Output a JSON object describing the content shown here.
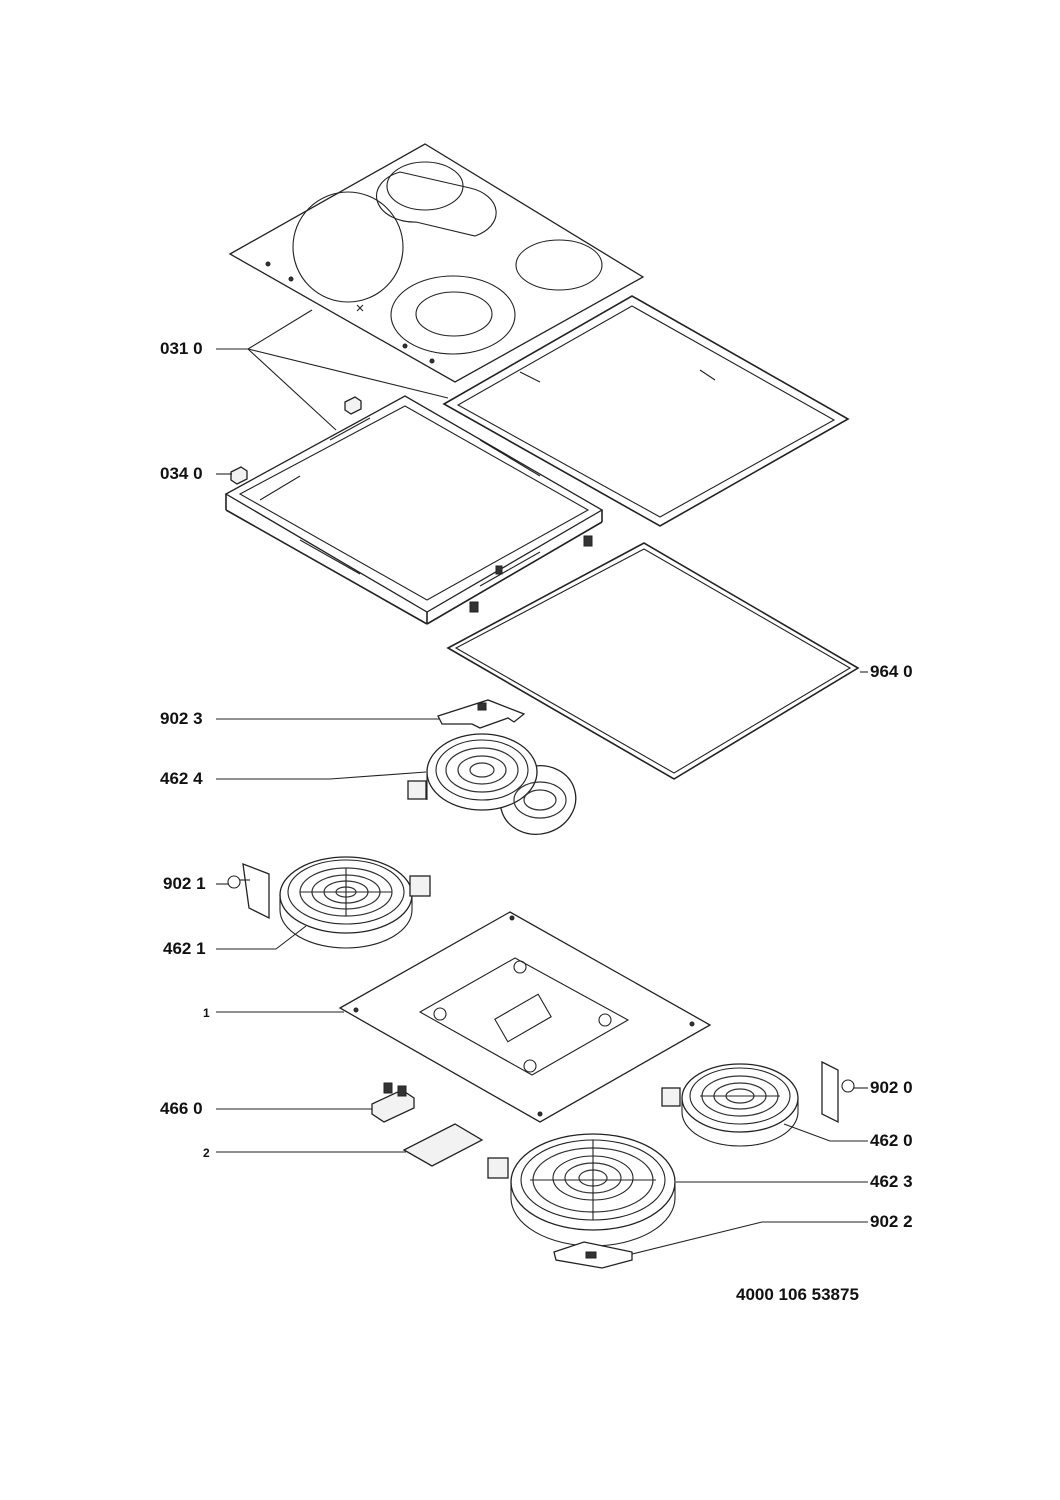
{
  "labels": {
    "glass_top": "031 0",
    "clip": "034 0",
    "seal": "964 0",
    "bracket_top": "902 3",
    "heater_dual_oval": "462 4",
    "bracket_left": "902 1",
    "heater_left": "462 1",
    "base_plate": "1",
    "terminal_block": "466 0",
    "cover_plate": "2",
    "bracket_right": "902 0",
    "heater_right": "462 0",
    "heater_large_dual": "462 3",
    "bracket_bottom": "902 2"
  },
  "document_number": "4000 106 53875",
  "colors": {
    "line": "#222222",
    "background": "#ffffff"
  }
}
